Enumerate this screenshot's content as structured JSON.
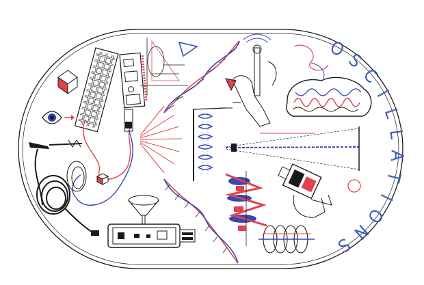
{
  "title": {
    "text": "OSCILLATIONS",
    "letters": [
      "O",
      "S",
      "C",
      "I",
      "L",
      "L",
      "A",
      "T",
      "I",
      "O",
      "N",
      "S"
    ],
    "color": "#3b5bb5"
  },
  "palette": {
    "ink": "#1a1a1a",
    "red": "#e0434b",
    "blue": "#3446b8",
    "paper": "#ffffff"
  },
  "illustration": {
    "items": [
      "ipad-like-device",
      "circuit-board",
      "eye",
      "antenna",
      "coiled-cable",
      "dna-helix",
      "brain",
      "hand-with-probe",
      "wave-packets",
      "coil-spring",
      "projector",
      "funnel",
      "usb-stick"
    ]
  }
}
